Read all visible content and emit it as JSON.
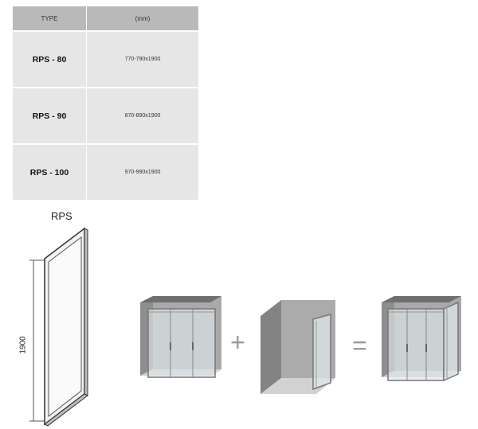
{
  "table": {
    "headers": {
      "type": "TYPE",
      "dimensions": "(mm)"
    },
    "rows": [
      {
        "type": "RPS - 80",
        "dimensions": "770-790x1900"
      },
      {
        "type": "RPS - 90",
        "dimensions": "870-890x1900"
      },
      {
        "type": "RPS - 100",
        "dimensions": "970-990x1900"
      }
    ]
  },
  "diagram": {
    "product_label": "RPS",
    "height_label": "1900",
    "plus_symbol": "+",
    "equals_symbol": "="
  }
}
